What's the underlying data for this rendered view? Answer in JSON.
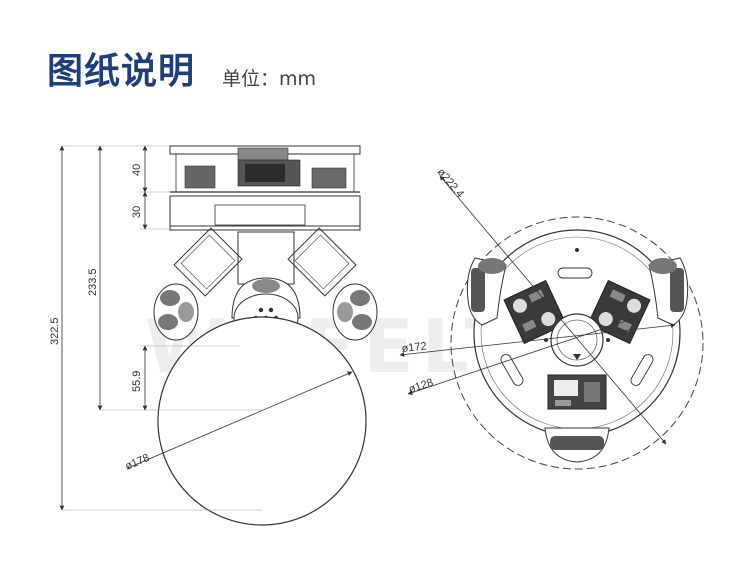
{
  "header": {
    "title": "图纸说明",
    "unit": "单位：mm"
  },
  "watermark": "WHEELTEC",
  "side_view": {
    "dims": {
      "d40": "40",
      "d30": "30",
      "d233": "233.5",
      "d322": "322.5",
      "d55": "55.9",
      "dia178": "ø178"
    }
  },
  "top_view": {
    "dims": {
      "dia222": "ø222.4",
      "dia172": "ø172",
      "dia128": "ø128"
    }
  },
  "colors": {
    "title": "#1d3f7c",
    "line": "#333333"
  }
}
